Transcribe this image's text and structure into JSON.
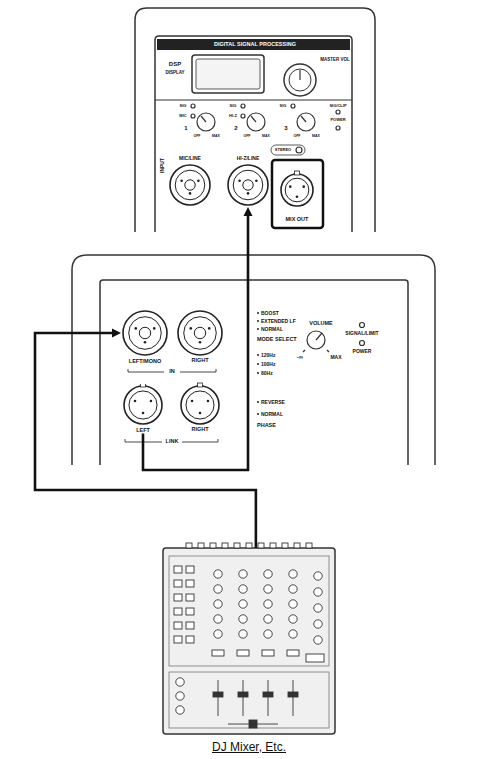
{
  "diagram": {
    "nodes": [
      {
        "text": [
          "HI-Z/LINE"
        ]
      },
      {
        "text": [
          "LEFT/MONO"
        ]
      },
      {
        "text": [
          "LEFT"
        ]
      },
      {
        "text": [
          "DJ Mixer, Etc."
        ]
      }
    ],
    "edges": [
      {
        "from": 3,
        "to": 1,
        "arrow": "to"
      },
      {
        "from": 2,
        "to": 0,
        "arrow": "to"
      }
    ],
    "labels": [
      "DIGITAL SIGNAL PROCESSING",
      "DSP",
      "DISPLAY",
      "MASTER VOL",
      "INPUT",
      "SIG",
      "MIC",
      "1",
      "OFF",
      "MAX",
      "SIG",
      "HI-Z",
      "2",
      "OFF",
      "MAX",
      "SIG",
      "3",
      "OFF",
      "MAX",
      "SIG/CLIP",
      "POWER",
      "STEREO",
      "MIC/LINE",
      "MIX OUT",
      "RIGHT",
      "IN",
      "RIGHT",
      "LINK",
      "BOOST",
      "EXTENDED LF",
      "NORMAL",
      "MODE SELECT",
      "120Hz",
      "100Hz",
      "80Hz",
      "REVERSE",
      "NORMAL",
      "PHASE",
      "VOLUME",
      "-∞",
      "MAX",
      "SIGNAL/LIMIT",
      "POWER"
    ]
  }
}
